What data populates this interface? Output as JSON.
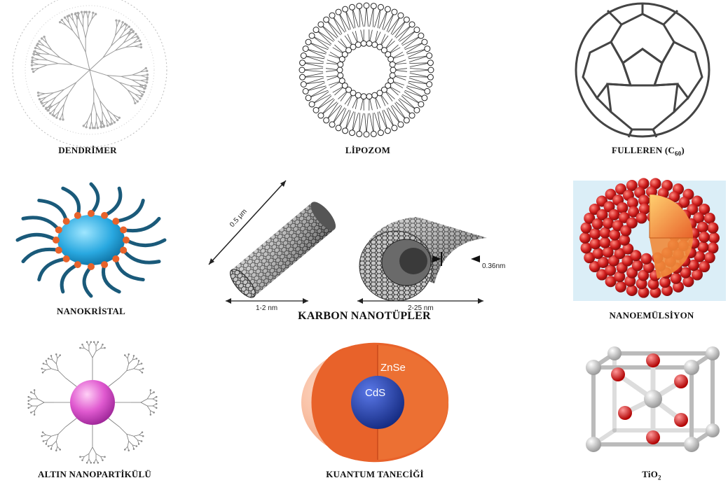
{
  "items": {
    "dendrimer": {
      "label": "DENDRİMER"
    },
    "liposome": {
      "label": "LİPOZOM"
    },
    "fullerene": {
      "label": "FULLEREN (C",
      "sub": "60",
      "suffix": ")"
    },
    "nanocrystal": {
      "label": "NANOKRİSTAL"
    },
    "carbon_nanotubes": {
      "label": "KARBON NANOTÜPLER",
      "length_label": "0.5 μm",
      "diameter_small": "1-2 nm",
      "diameter_large": "2-25 nm",
      "wall_gap": "0.36nm"
    },
    "nanoemulsion": {
      "label": "NANOEMÜLSİYON"
    },
    "gold_nanoparticle": {
      "label": "ALTIN NANOPARTİKÜLÜ"
    },
    "quantum_dot": {
      "label": "KUANTUM TANECİĞİ",
      "shell": "ZnSe",
      "core": "CdS"
    },
    "tio2": {
      "label": "TiO",
      "sub": "2"
    }
  },
  "colors": {
    "orange": "#e8622a",
    "blue": "#1f3fa8",
    "red": "#cc1b1b",
    "magenta": "#e05ad0",
    "cyan": "#29a8e0",
    "teal": "#1a5a7a"
  }
}
